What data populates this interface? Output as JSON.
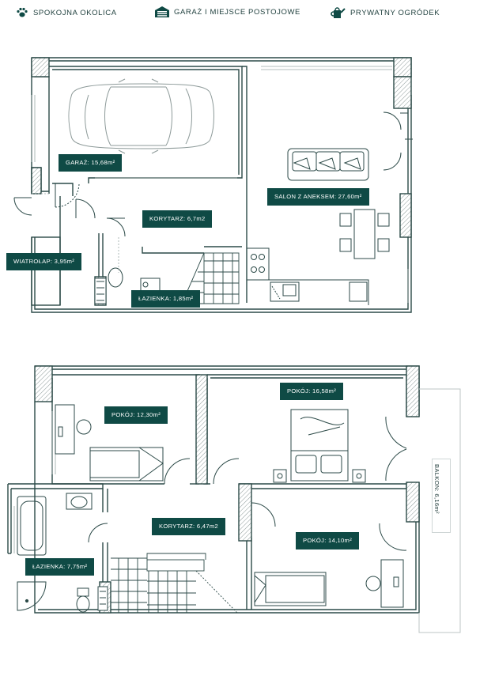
{
  "header": {
    "feature_1": "SPOKOJNA OKOLICA",
    "feature_2": "GARAŻ I MIEJSCE POSTOJOWE",
    "feature_3": "PRYWATNY OGRÓDEK"
  },
  "icons": {
    "feature_1_icon": "paw-icon",
    "feature_2_icon": "garage-icon",
    "feature_3_icon": "watering-can-icon"
  },
  "ground_floor": {
    "garage": "GARAŻ: 15,68m²",
    "living": "SALON Z ANEKSEM: 27,60m²",
    "corridor": "KORYTARZ: 6,7m2",
    "windbreak": "WIATROŁAP: 3,95m²",
    "bathroom": "ŁAZIENKA: 1,85m²"
  },
  "first_floor": {
    "room_a": "POKÓJ: 12,30m²",
    "room_b": "POKÓJ: 16,58m²",
    "corridor": "KORYTARZ: 6,47m2",
    "room_c": "POKÓJ: 14,10m²",
    "bathroom": "ŁAZIENKA: 7,75m²",
    "balcony": "BALKON: 6,16m²"
  },
  "colors": {
    "label_bg": "#0f4a45",
    "wall": "#2c4a48",
    "line": "#7d8a8a"
  }
}
